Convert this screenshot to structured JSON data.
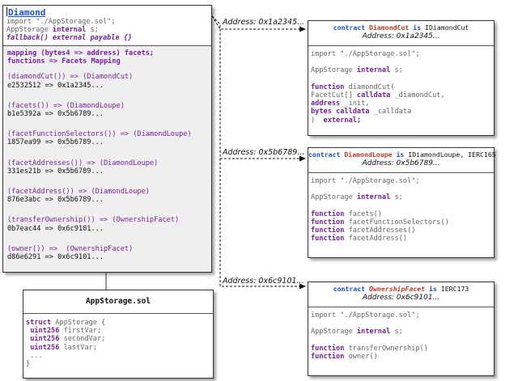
{
  "diamond": {
    "title": "Diamond",
    "import_line": "import \"./AppStorage.sol\";",
    "storage_line_type": "AppStorage ",
    "storage_line_kw": "internal",
    "storage_line_var": " s;",
    "fallback_line": "fallback() external payable {}",
    "mapping_line": "mapping (bytes4 => address) facets;",
    "functions_line": "functions => Facets Mapping",
    "entries": [
      {
        "selector": "(diamondCut()) => (DiamondCut)",
        "mapping": "e2532512 => 0x1a2345..."
      },
      {
        "selector": "(facets()) => (DiamondLoupe)",
        "mapping": "b1e5392a => 0x5b6789..."
      },
      {
        "selector": "(facetFunctionSelectors()) => (DiamondLoupe)",
        "mapping": "1857ea99 => 0x5b6789..."
      },
      {
        "selector": "(facetAddresses()) => (DiamondLoupe)",
        "mapping": "331es21b => 0x5b6789..."
      },
      {
        "selector": "(facetAddress()) => (DiamondLoupe)",
        "mapping": "876e3abc => 0x5b6789..."
      },
      {
        "selector": "(transferOwnership()) => (OwnershipFacet)",
        "mapping": "0b7eac44 => 0x6c9101..."
      },
      {
        "selector": "(owner()) =>  (OwnershipFacet)",
        "mapping": "d86e6291 => 0x6c9101..."
      }
    ]
  },
  "appstorage": {
    "title": "AppStorage.sol",
    "struct_kw": "struct",
    "struct_name": " AppStorage {",
    "fields": [
      {
        "type": "uint256",
        "name": " firstVar;"
      },
      {
        "type": "uint256",
        "name": " secondVar;"
      },
      {
        "type": "uint256",
        "name": " lastVar;"
      }
    ],
    "ellipsis": "...",
    "close": "}"
  },
  "connectors": {
    "cut_address": "Address: 0x1a2345...",
    "loupe_address": "Address: 0x5b6789...",
    "owner_address": "Address: 0x6c9101..."
  },
  "cut": {
    "kw_contract": "contract",
    "name": "DiamondCut",
    "kw_is": "is",
    "iface": "IDiamondCut",
    "address": "Address: 0x1a2345...",
    "import_line": "import \"./AppStorage.sol\";",
    "storage_type": "AppStorage ",
    "storage_kw": "internal",
    "storage_var": " s;",
    "fn_kw": "function",
    "fn_name": " diamondCut(",
    "p1_type": "FacetCut[] ",
    "p1_kw": "calldata",
    "p1_name": " _diamondCut,",
    "p2_type": "address",
    "p2_name": " _init,",
    "p3_type": "bytes",
    "p3_kw": "calldata",
    "p3_name": " _calldata",
    "close_paren": ")  ",
    "close_kw": "external;"
  },
  "loupe": {
    "kw_contract": "contract",
    "name": "DiamondLoupe",
    "kw_is": "is",
    "iface": "IDiamondLoupe, IERC165",
    "address": "Address: 0x5b6789...",
    "import_line": "import \"./AppStorage.sol\";",
    "storage_type": "AppStorage ",
    "storage_kw": "internal",
    "storage_var": " s;",
    "functions": [
      {
        "kw": "function",
        "name": " facets()"
      },
      {
        "kw": "function",
        "name": " facetFunctionSelectors()"
      },
      {
        "kw": "function",
        "name": " facetAddresses()"
      },
      {
        "kw": "function",
        "name": " facetAddress()"
      }
    ]
  },
  "owner": {
    "kw_contract": "contract",
    "name": "OwnershipFacet",
    "kw_is": "is",
    "iface": "IERC173",
    "address": "Address: 0x6c9101...",
    "import_line": "import \"./AppStorage.sol\";",
    "storage_type": "AppStorage ",
    "storage_kw": "internal",
    "storage_var": " s;",
    "functions": [
      {
        "kw": "function",
        "name": " transferOwnership()"
      },
      {
        "kw": "function",
        "name": " owner()"
      }
    ]
  }
}
